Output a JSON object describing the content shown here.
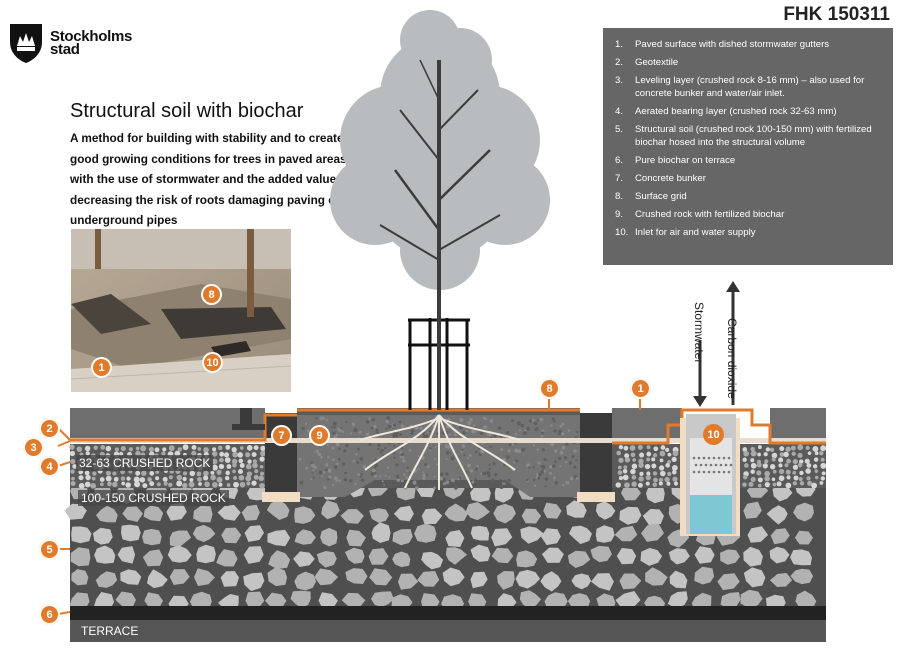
{
  "logo": {
    "line1": "Stockholms",
    "line2": "stad",
    "icon": "shield-crown-icon"
  },
  "doc_code": "FHK 150311",
  "title": "Structural soil with biochar",
  "description": "A method for building with stability and to create good growing conditions for trees in paved areas with the use of stormwater and the added value of decreasing the risk of roots damaging paving or underground pipes",
  "legend": [
    {
      "num": "1.",
      "text": "Paved surface with dished stormwater gutters"
    },
    {
      "num": "2.",
      "text": "Geotextile"
    },
    {
      "num": "3.",
      "text": "Leveling layer (crushed rock 8-16 mm) – also used for concrete bunker and water/air inlet."
    },
    {
      "num": "4.",
      "text": "Aerated bearing layer (crushed rock 32-63 mm)"
    },
    {
      "num": "5.",
      "text": "Structural soil (crushed rock 100-150 mm) with fertilized biochar hosed into the structural volume"
    },
    {
      "num": "6.",
      "text": "Pure biochar on terrace"
    },
    {
      "num": "7.",
      "text": "Concrete bunker"
    },
    {
      "num": "8.",
      "text": "Surface grid"
    },
    {
      "num": "9.",
      "text": "Crushed rock with fertilized biochar"
    },
    {
      "num": "10.",
      "text": "Inlet for air and water supply"
    }
  ],
  "photo_markers": {
    "grid": "8",
    "inlet": "10",
    "paving": "1"
  },
  "diagram_markers": {
    "m1": "1",
    "m2": "2",
    "m3": "3",
    "m4": "4",
    "m5": "5",
    "m6": "6",
    "m7": "7",
    "m8": "8",
    "m9": "9",
    "m10": "10"
  },
  "layer_labels": {
    "rock_32_63": "32-63 CRUSHED ROCK",
    "rock_100_150": "100-150 CRUSHED ROCK",
    "terrace": "TERRACE"
  },
  "arrows": {
    "stormwater": "Stormwater",
    "carbon_dioxide": "Carbon dioxide"
  },
  "colors": {
    "accent": "#e07b2c",
    "legend_bg": "#666666",
    "paving": "#6e6e6e",
    "water": "#7ec8d3",
    "biochar_terrace": "#222222"
  }
}
